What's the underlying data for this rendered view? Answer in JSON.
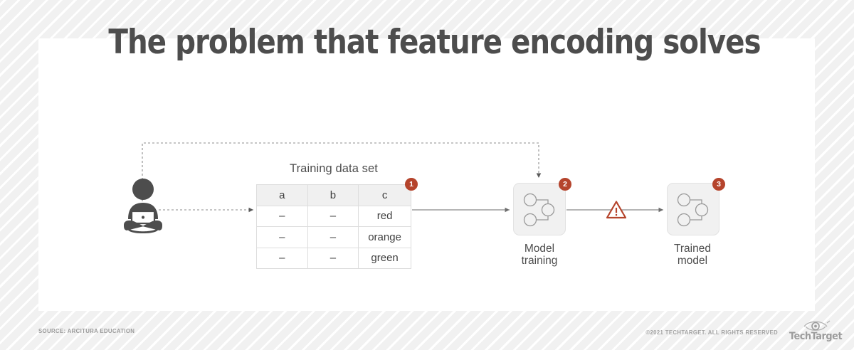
{
  "page": {
    "title": "The problem that feature encoding solves",
    "background_color": "#f1f1f1",
    "card_color": "#ffffff",
    "accent_color": "#b5442c",
    "text_color": "#4d4d4d"
  },
  "diagram": {
    "actor": {
      "icon": "person-with-laptop-icon",
      "name": "data-scientist"
    },
    "table": {
      "caption": "Training data set",
      "badge": "1",
      "columns": [
        "a",
        "b",
        "c"
      ],
      "rows": [
        [
          "–",
          "–",
          "red"
        ],
        [
          "–",
          "–",
          "orange"
        ],
        [
          "–",
          "–",
          "green"
        ]
      ]
    },
    "steps": [
      {
        "badge": "2",
        "label_line1": "Model",
        "label_line2": "training",
        "icon": "node-graph-icon"
      },
      {
        "badge": "3",
        "label_line1": "Trained",
        "label_line2": "model",
        "icon": "node-graph-icon"
      }
    ],
    "warning": {
      "icon": "warning-triangle-icon",
      "color": "#b5442c"
    }
  },
  "footer": {
    "source": "SOURCE: ARCITURA EDUCATION",
    "copyright": "©2021 TECHTARGET. ALL RIGHTS RESERVED",
    "logo_text": "TechTarget",
    "logo_icon": "eye-logo-icon"
  }
}
